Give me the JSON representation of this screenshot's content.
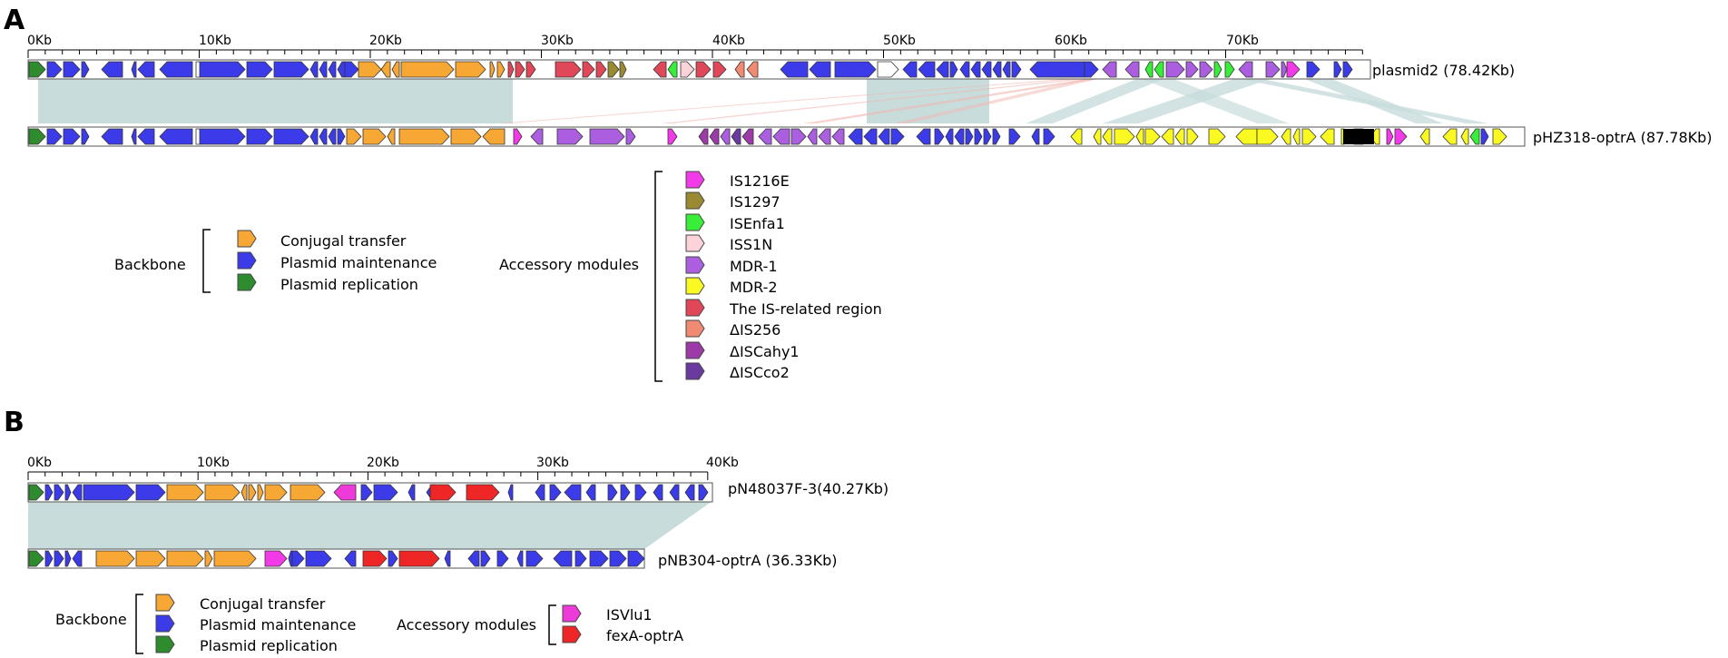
{
  "panels": [
    "A",
    "B"
  ],
  "colors": {
    "conjugal_transfer": "#f7a734",
    "plasmid_maintenance": "#3b3bea",
    "plasmid_replication": "#2e8b2e",
    "IS1216E": "#f23ae8",
    "IS1297": "#9a8a32",
    "ISEnfa1": "#38ee38",
    "ISS1N": "#fbd3d9",
    "MDR1": "#ab5fe0",
    "MDR2": "#fafa22",
    "IS_related": "#e0485a",
    "dIS256": "#f08a72",
    "dISCahy1": "#9c3aa8",
    "dISCco2": "#6a3aa0",
    "ISVlu1": "#ee3ad8",
    "fexA_optrA": "#ef2626",
    "hypothetical": "#ffffff",
    "link_blue": "#c8dcdc",
    "link_red": "#f2b6b0"
  },
  "panelA": {
    "axis_ticks": [
      "0Kb",
      "10Kb",
      "20Kb",
      "30Kb",
      "40Kb",
      "50Kb",
      "60Kb",
      "70Kb"
    ],
    "plasmid1": "plasmid2 (78.42Kb)",
    "plasmid2": "pHZ318-optrA (87.78Kb)",
    "legend_backbone_title": "Backbone",
    "legend_backbone": [
      "Conjugal transfer",
      "Plasmid maintenance",
      "Plasmid replication"
    ],
    "legend_accessory_title": "Accessory modules",
    "legend_accessory": [
      "IS1216E",
      "IS1297",
      "ISEnfa1",
      "ISS1N",
      "MDR-1",
      "MDR-2",
      "The IS-related region",
      "ΔIS256",
      "ΔISCahy1",
      "ΔISCco2"
    ]
  },
  "panelB": {
    "axis_ticks": [
      "0Kb",
      "10Kb",
      "20Kb",
      "30Kb",
      "40Kb"
    ],
    "plasmid1": "pN48037F-3(40.27Kb)",
    "plasmid2": "pNB304-optrA (36.33Kb)",
    "legend_backbone_title": "Backbone",
    "legend_backbone": [
      "Conjugal transfer",
      "Plasmid maintenance",
      "Plasmid replication"
    ],
    "legend_accessory_title": "Accessory modules",
    "legend_accessory": [
      "ISVlu1",
      "fexA-optrA"
    ]
  }
}
